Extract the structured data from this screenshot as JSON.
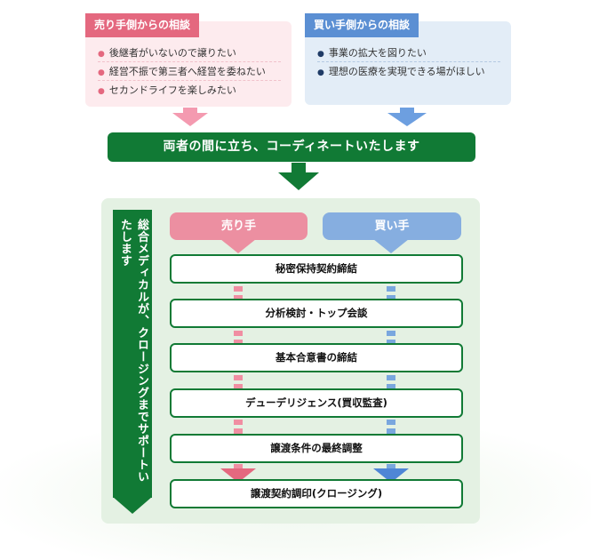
{
  "seller_consult": {
    "title": "売り手側からの相談",
    "items": [
      "後継者がいないので譲りたい",
      "経営不振で第三者へ経営を委ねたい",
      "セカンドライフを楽しみたい"
    ]
  },
  "buyer_consult": {
    "title": "買い手側からの相談",
    "items": [
      "事業の拡大を図りたい",
      "理想の医療を実現できる場がほしい"
    ]
  },
  "banner": "両者の間に立ち、コーディネートいたします",
  "support": "総合メディカルが、クロージングまでサポートいたします",
  "roles": {
    "seller": "売り手",
    "buyer": "買い手"
  },
  "steps": [
    "秘密保持契約締結",
    "分析検討・トップ会談",
    "基本合意書の締結",
    "デューデリジェンス(買収監査)",
    "譲渡条件の最終調整",
    "譲渡契約調印(クロージング)"
  ],
  "colors": {
    "green": "#117a35",
    "pink": "#e4687f",
    "blue": "#5b8fd3"
  }
}
